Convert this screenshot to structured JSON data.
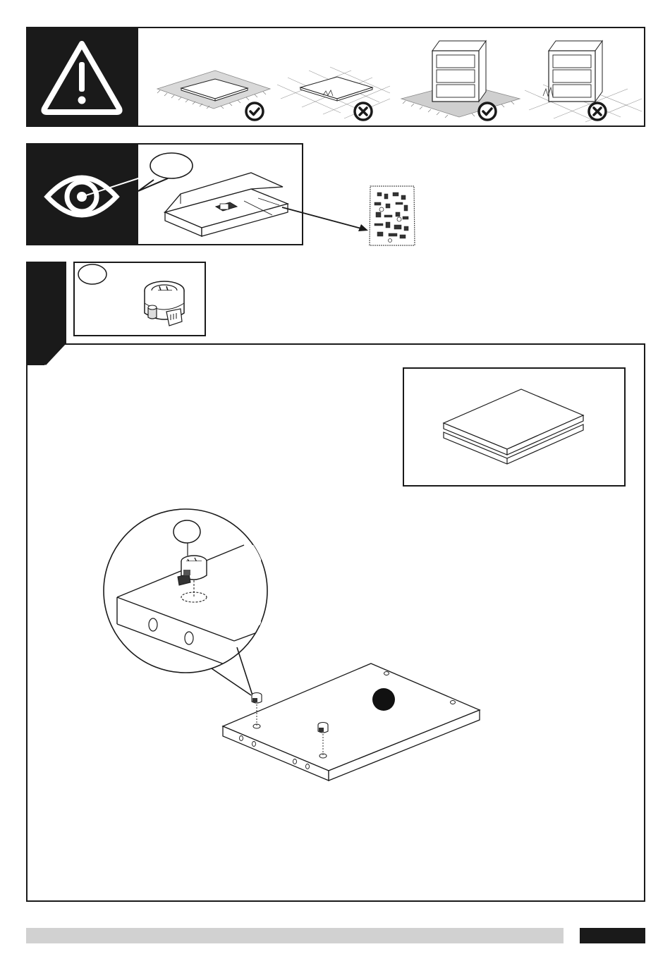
{
  "page": {
    "warning_panel": {
      "icon": "warning-triangle-icon",
      "scenes": [
        {
          "name": "panel-on-carpet",
          "status": "check-icon"
        },
        {
          "name": "panel-on-hard-floor",
          "status": "cross-icon"
        },
        {
          "name": "cabinet-on-carpet",
          "status": "check-icon"
        },
        {
          "name": "cabinet-on-hard-floor",
          "status": "cross-icon"
        }
      ]
    },
    "inspect_panel": {
      "icon": "eye-icon",
      "callout_label": "",
      "hardware_bag": "hardware-bag-icon"
    },
    "step": {
      "part_callout_label": "",
      "part": "cam-lock-fitting-icon",
      "boards_inset": "two-boards-icon",
      "detail_callout_label": ""
    },
    "colors": {
      "ink": "#1a1a1a",
      "footer_grey": "#d1d1d1"
    }
  }
}
